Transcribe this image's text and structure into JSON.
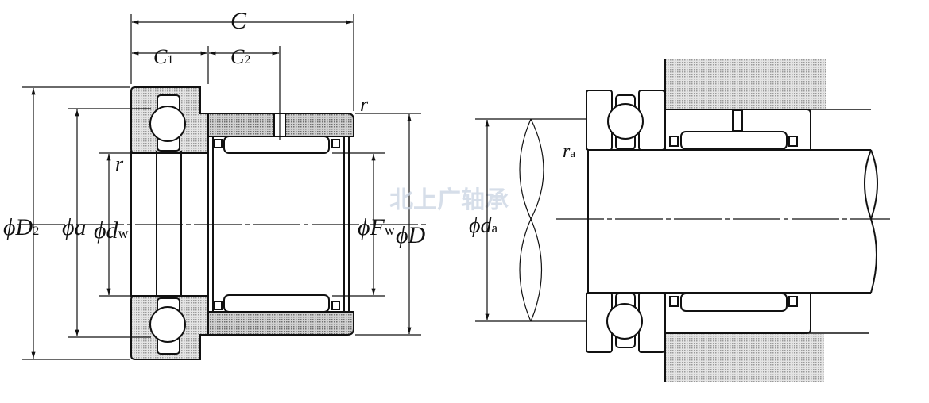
{
  "title": "Needle roller / angular ball combined bearing dimension diagram",
  "watermark": "北上广轴承",
  "left_view": {
    "labels": {
      "C": "C",
      "C1": {
        "main": "C",
        "sub": "1"
      },
      "C2": {
        "main": "C",
        "sub": "2"
      },
      "r_top": "r",
      "r_left": "r",
      "D2": {
        "phi": "ϕ",
        "main": "D",
        "sub": "2"
      },
      "a": {
        "phi": "ϕ",
        "main": "a"
      },
      "dw": {
        "phi": "ϕ",
        "main": "d",
        "sub": "w"
      },
      "Fw": {
        "phi": "ϕ",
        "main": "F",
        "sub": "w"
      },
      "D": {
        "phi": "ϕ",
        "main": "D"
      }
    }
  },
  "right_view": {
    "labels": {
      "ra": {
        "main": "r",
        "sub": "a"
      },
      "da": {
        "phi": "ϕ",
        "main": "d",
        "sub": "a"
      }
    }
  },
  "colors": {
    "line": "#111111",
    "hatch": "#b8b8b8",
    "watermark": "#c9d3e2"
  }
}
